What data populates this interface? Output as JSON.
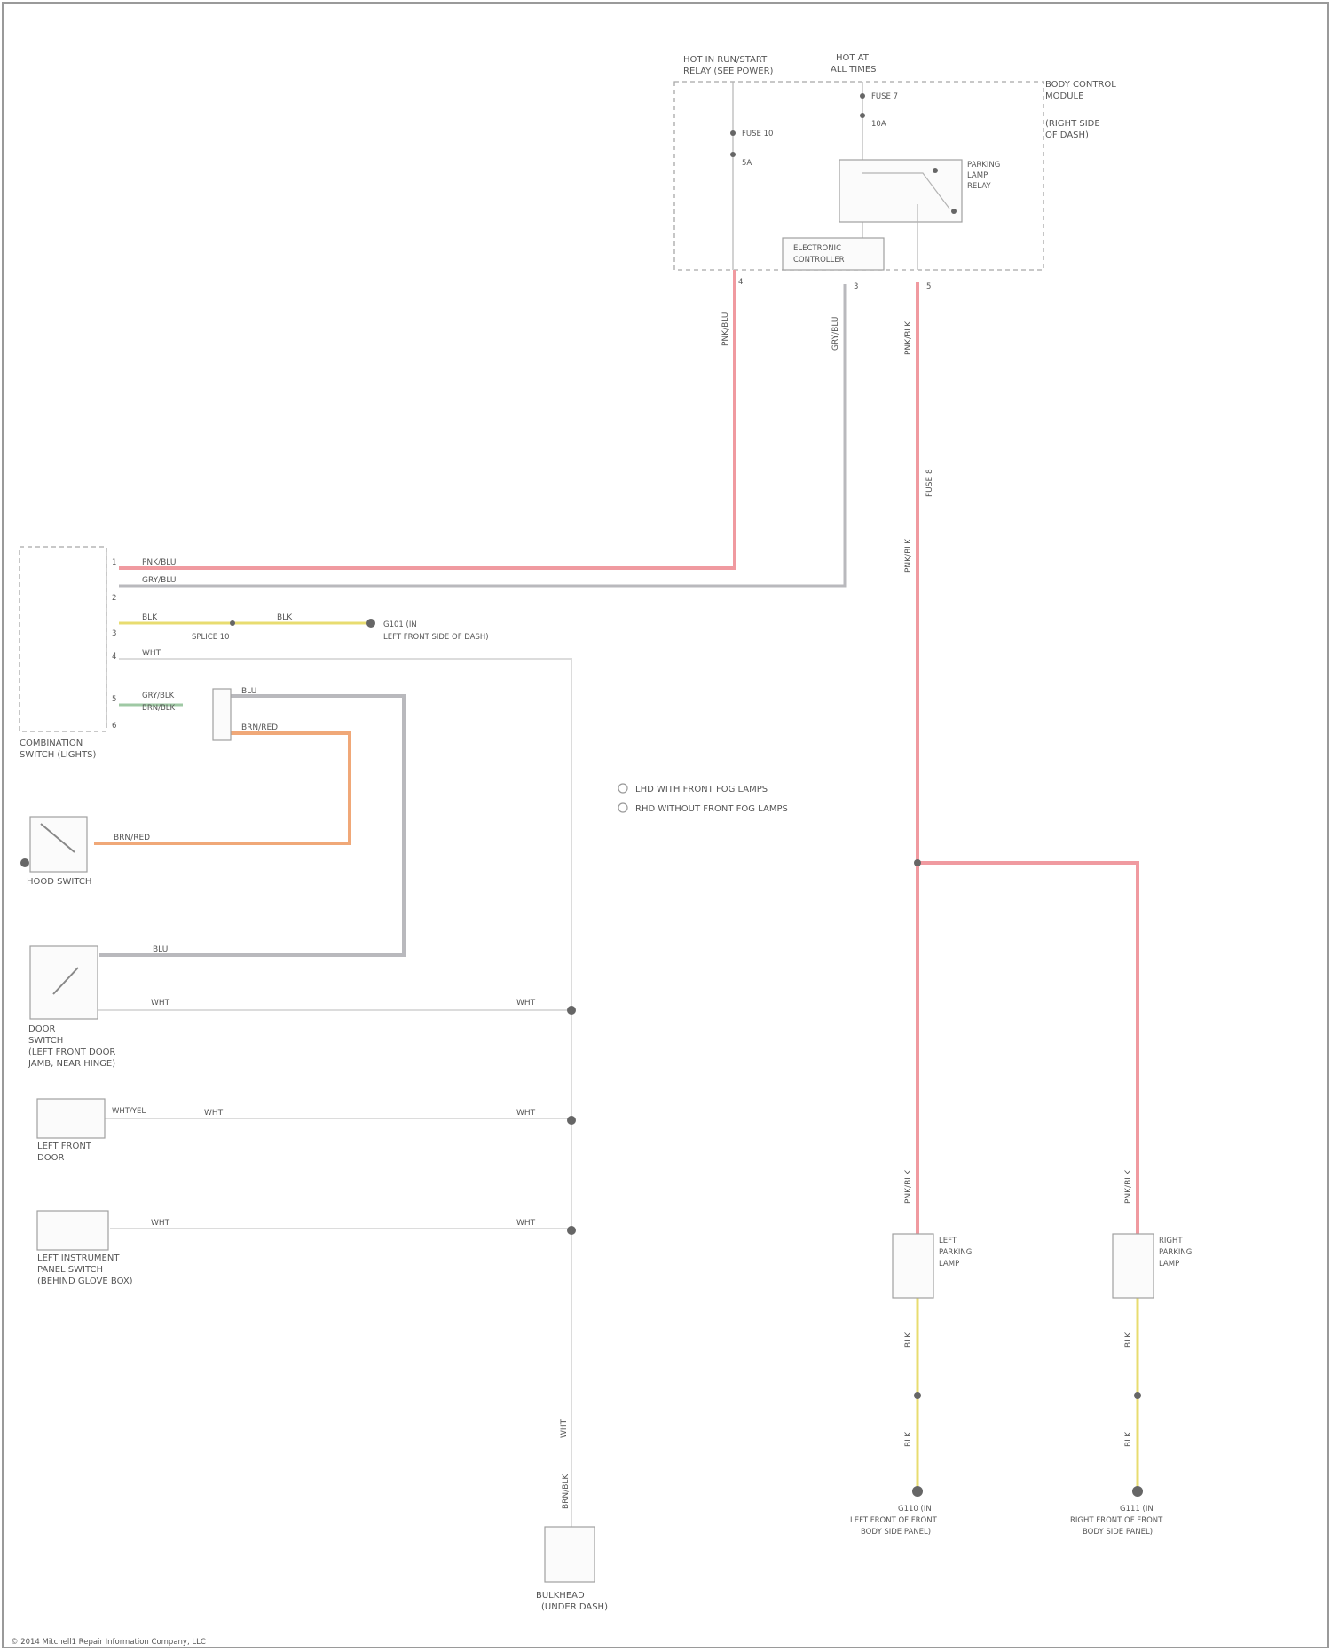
{
  "colors": {
    "red_wire": "#f09aa0",
    "gray_wire": "#b9b9bd",
    "orange_wire": "#f0a878",
    "yellow_wire": "#e8dc70",
    "white_wire": "#dcdcdc",
    "green_wire": "#9fc9a4"
  },
  "power_box": {
    "fuse_box_label": [
      "HOT IN RUN/START",
      "RELAY (SEE POWER)"
    ],
    "hot_label": [
      "HOT AT",
      "ALL TIMES"
    ],
    "module_label": [
      "BODY CONTROL",
      "MODULE"
    ],
    "module_sub_label": [
      "(RIGHT SIDE",
      "OF DASH)"
    ],
    "fuse_left": "FUSE 10",
    "fuse_left_amp": "5A",
    "fuse_right": "FUSE 7",
    "fuse_right_amp": "10A",
    "relay_label": [
      "PARKING",
      "LAMP",
      "RELAY"
    ],
    "controller_label": [
      "ELECTRONIC",
      "CONTROLLER"
    ],
    "pin_a": "4",
    "pin_b": "3",
    "pin_c": "5"
  },
  "wires": {
    "vert_red_1": "PNK/BLU",
    "vert_gray": "GRY/BLU",
    "vert_red_2": "PNK/BLK",
    "mid_red": "PNK/BLK",
    "junction_label": "FUSE 8",
    "lamp_left_in": "PNK/BLK",
    "lamp_right_in": "PNK/BLK",
    "lamp_left_out": "BLK",
    "lamp_left_out2": "BLK",
    "lamp_right_out": "BLK",
    "lamp_right_out2": "BLK"
  },
  "combo_switch": {
    "label": [
      "COMBINATION",
      "SWITCH (LIGHTS)"
    ],
    "w1": "PNK/BLU",
    "w2": "GRY/BLU",
    "w3": "BLK",
    "w3b": "BLK",
    "w3_splice": "SPLICE 10",
    "ground1": [
      "G101 (IN",
      "LEFT FRONT SIDE OF DASH)"
    ],
    "w4": "WHT",
    "w5": [
      "GRY/BLK",
      "BRN/BLK"
    ],
    "w5_right_a": "BLU",
    "w5_right_b": "BRN/RED",
    "pins": [
      "1",
      "2",
      "3",
      "4",
      "5",
      "6"
    ]
  },
  "legend": {
    "line1": "LHD WITH FRONT FOG LAMPS",
    "line2": "RHD WITHOUT FRONT FOG LAMPS"
  },
  "components": {
    "hood_switch": "HOOD SWITCH",
    "hood_wire": "BRN/RED",
    "door_switch": [
      "DOOR",
      "SWITCH",
      "(LEFT FRONT DOOR",
      "JAMB, NEAR HINGE)"
    ],
    "door_wire_top": "BLU",
    "door_wire_bottom": "WHT",
    "door_wire_bottom_r": "WHT",
    "unit1": [
      "LEFT FRONT",
      "DOOR"
    ],
    "unit1_wire_a": "WHT/YEL",
    "unit1_wire_b": "WHT",
    "unit1_wire_r": "WHT",
    "unit2": [
      "LEFT INSTRUMENT",
      "PANEL SWITCH",
      "(BEHIND GLOVE BOX)"
    ],
    "unit2_wire": "WHT",
    "unit2_wire_r": "WHT",
    "bottom_unit": [
      "BULKHEAD",
      "(UNDER DASH)"
    ],
    "bottom_wire_a": "WHT",
    "bottom_wire_b": "BRN/BLK",
    "left_lamp": [
      "LEFT",
      "PARKING",
      "LAMP"
    ],
    "right_lamp": [
      "RIGHT",
      "PARKING",
      "LAMP"
    ],
    "left_ground": [
      "G110 (IN",
      "LEFT FRONT OF FRONT",
      "BODY SIDE PANEL)"
    ],
    "right_ground": [
      "G111 (IN",
      "RIGHT FRONT OF FRONT",
      "BODY SIDE PANEL)"
    ]
  },
  "footer": "© 2014 Mitchell1 Repair Information Company, LLC"
}
